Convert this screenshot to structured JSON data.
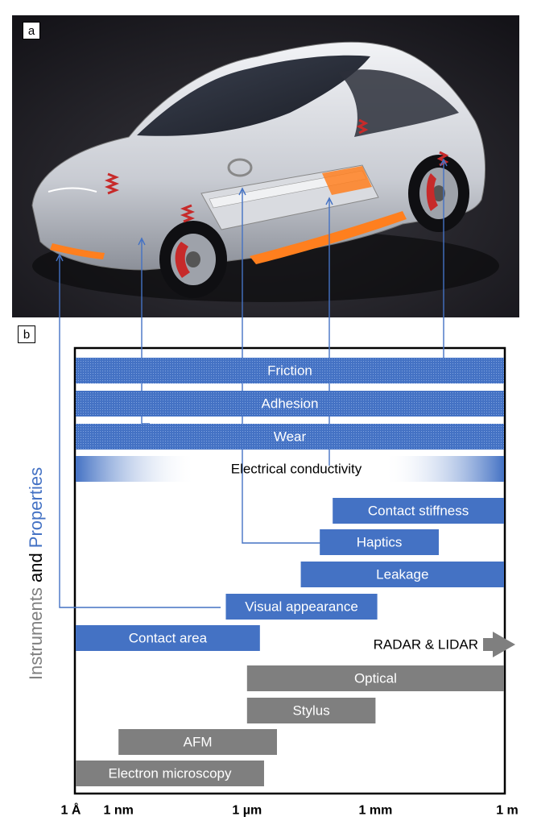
{
  "panels": {
    "a": "a",
    "b": "b"
  },
  "y_axis_label": {
    "part1": "Instruments",
    "part2": " and ",
    "part3": "Properties"
  },
  "colors": {
    "property_bar": "#4472c4",
    "instrument_bar": "#7f7f7f",
    "connector": "#4472c4",
    "battery_highlight": "#ff7f1e",
    "car_background": "#1e1d22"
  },
  "chart_data": {
    "type": "bar",
    "orientation": "horizontal",
    "x_scale": "log",
    "x_unit": "m",
    "x_ticks": [
      {
        "label": "1 Å",
        "value": 1e-10
      },
      {
        "label": "1 nm",
        "value": 1e-09
      },
      {
        "label": "1 µm",
        "value": 1e-06
      },
      {
        "label": "1 mm",
        "value": 0.001
      },
      {
        "label": "1 m",
        "value": 1
      }
    ],
    "xlim": [
      1e-10,
      1
    ],
    "properties": [
      {
        "name": "Friction",
        "start": 1e-10,
        "end": 1,
        "style": "dotted"
      },
      {
        "name": "Adhesion",
        "start": 1e-10,
        "end": 1,
        "style": "dotted"
      },
      {
        "name": "Wear",
        "start": 1e-10,
        "end": 1,
        "style": "dotted"
      },
      {
        "name": "Electrical conductivity",
        "start": 1e-10,
        "end": 1,
        "style": "gradient"
      },
      {
        "name": "Contact stiffness",
        "start": 0.0001,
        "end": 1,
        "style": "solid"
      },
      {
        "name": "Haptics",
        "start": 5e-05,
        "end": 0.03,
        "style": "solid"
      },
      {
        "name": "Leakage",
        "start": 1.8e-05,
        "end": 1,
        "style": "solid"
      },
      {
        "name": "Visual appearance",
        "start": 3.2e-07,
        "end": 0.0011,
        "style": "solid"
      },
      {
        "name": "Contact area",
        "start": 1e-10,
        "end": 2e-06,
        "style": "solid"
      }
    ],
    "instruments": [
      {
        "name": "RADAR & LIDAR",
        "start": 0.1,
        "end": 1,
        "style": "arrow"
      },
      {
        "name": "Optical",
        "start": 1e-06,
        "end": 1,
        "style": "solid"
      },
      {
        "name": "Stylus",
        "start": 1e-06,
        "end": 0.001,
        "style": "solid"
      },
      {
        "name": "AFM",
        "start": 1e-09,
        "end": 5e-06,
        "style": "solid"
      },
      {
        "name": "Electron microscopy",
        "start": 1e-10,
        "end": 2.5e-06,
        "style": "solid"
      }
    ]
  }
}
